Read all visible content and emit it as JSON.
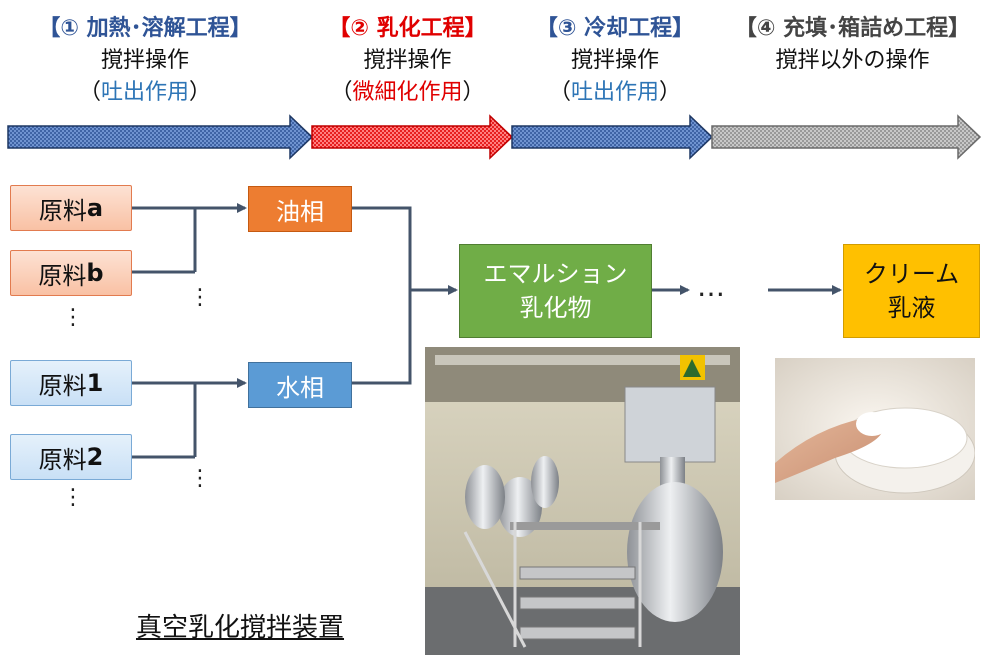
{
  "stages": [
    {
      "title": "【① 加熱･溶解工程】",
      "line1": "撹拌操作",
      "line2_prefix": "（",
      "line2_core": "吐出作用",
      "line2_suffix": "）"
    },
    {
      "title": "【② 乳化工程】",
      "line1": "撹拌操作",
      "line2_prefix": "（",
      "line2_core": "微細化作用",
      "line2_suffix": "）"
    },
    {
      "title": "【③ 冷却工程】",
      "line1": "撹拌操作",
      "line2_prefix": "（",
      "line2_core": "吐出作用",
      "line2_suffix": "）"
    },
    {
      "title": "【④ 充填･箱詰め工程】",
      "line1": "撹拌以外の操作"
    }
  ],
  "inputs": {
    "oil_group": [
      {
        "label_base": "原料",
        "label_suffix": "a"
      },
      {
        "label_base": "原料",
        "label_suffix": "b"
      }
    ],
    "water_group": [
      {
        "label_base": "原料",
        "label_suffix": "1"
      },
      {
        "label_base": "原料",
        "label_suffix": "2"
      }
    ],
    "more_dots": "⋮"
  },
  "oil_phase": "油相",
  "water_phase": "水相",
  "emulsion": {
    "line1": "エマルション",
    "line2": "乳化物"
  },
  "ellipsis": "…",
  "cream": {
    "line1": "クリーム",
    "line2": "乳液"
  },
  "equipment_caption": "真空乳化撹拌装置",
  "colors": {
    "stage_blue": "#2f5496",
    "stage_red": "#e00000",
    "stage_gray": "#444444",
    "oil": "#ed7d31",
    "water": "#5b9bd5",
    "emulsion": "#70ad47",
    "cream": "#ffc000",
    "connector": "#44546a"
  },
  "icons": {
    "equipment_photo": "factory-mixer-image",
    "cream_photo": "cream-jar-image"
  }
}
